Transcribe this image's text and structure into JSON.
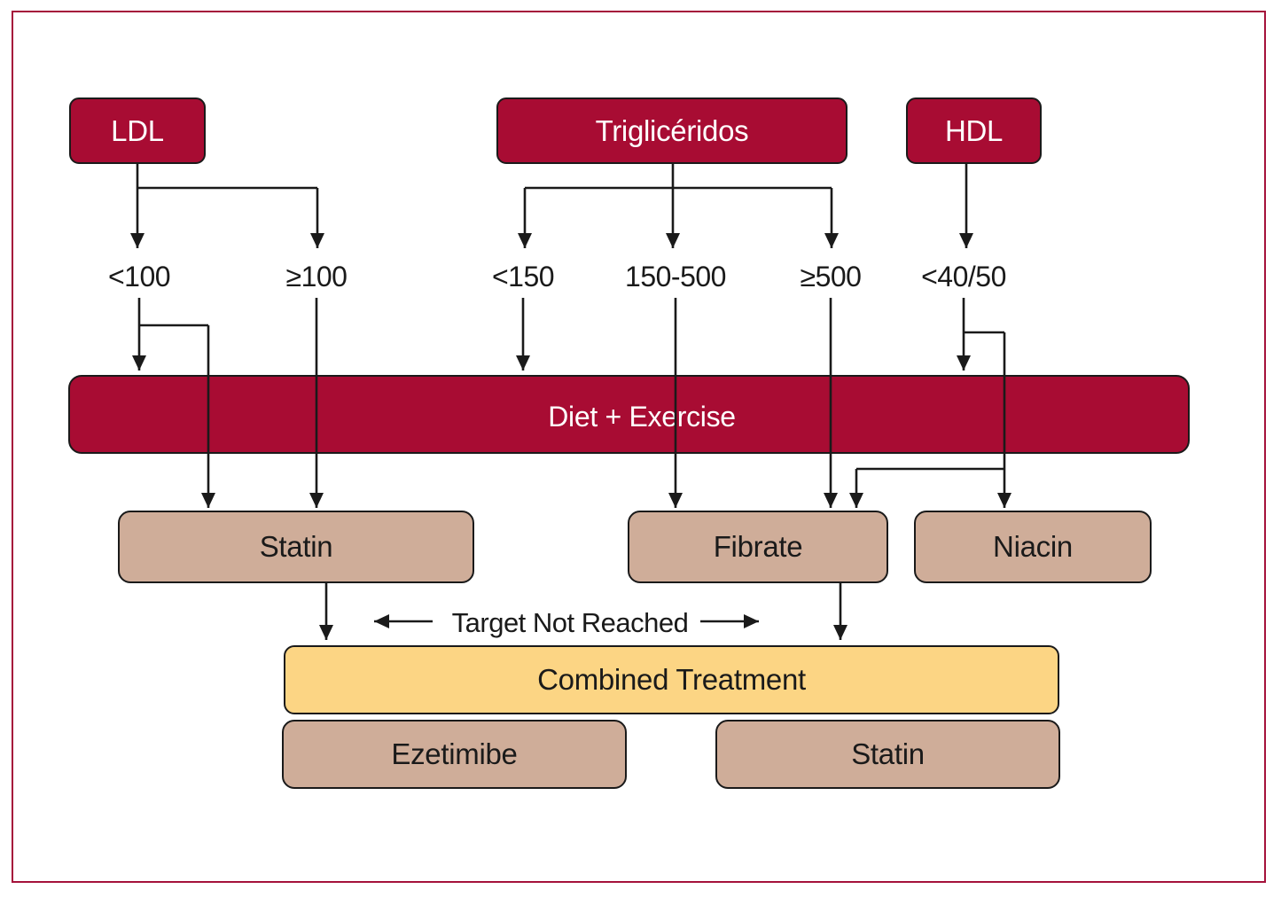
{
  "diagram": {
    "lipid_panels": {
      "ldl": "LDL",
      "triglycerides": "Triglicéridos",
      "hdl": "HDL"
    },
    "thresholds": {
      "ldl_low": "<100",
      "ldl_high": "≥100",
      "tg_low": "<150",
      "tg_mid": "150-500",
      "tg_high": "≥500",
      "hdl_low": "<40/50"
    },
    "base_therapy": "Diet + Exercise",
    "treatments": {
      "statin": "Statin",
      "fibrate": "Fibrate",
      "niacin": "Niacin"
    },
    "target_not_reached": "Target Not Reached",
    "combined_treatment": "Combined Treatment",
    "combined_options": {
      "ezetimibe": "Ezetimibe",
      "statin": "Statin"
    },
    "colors": {
      "crimson": "#a80c33",
      "tan": "#cfad99",
      "yellow": "#fcd584",
      "frame": "#a5123b",
      "line": "#1a1a1a"
    }
  }
}
